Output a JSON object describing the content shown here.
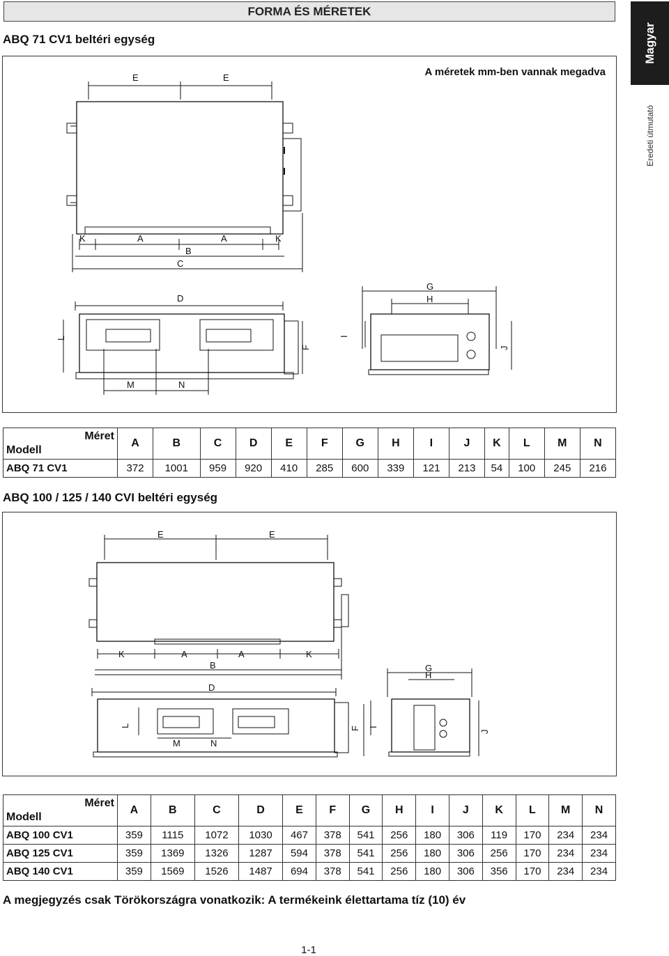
{
  "header": {
    "title": "FORMA ÉS MÉRETEK"
  },
  "side_tab": {
    "language": "Magyar",
    "subtitle": "Eredeti útmutató"
  },
  "section1": {
    "title": "ABQ 71 CV1 beltéri egység",
    "note": "A méretek mm-ben vannak megadva",
    "dim_letters": [
      "A",
      "B",
      "C",
      "D",
      "E",
      "F",
      "G",
      "H",
      "I",
      "J",
      "K",
      "L",
      "M",
      "N"
    ],
    "table": {
      "corner_top": "Méret",
      "corner_bottom": "Modell",
      "columns": [
        "A",
        "B",
        "C",
        "D",
        "E",
        "F",
        "G",
        "H",
        "I",
        "J",
        "K",
        "L",
        "M",
        "N"
      ],
      "rows": [
        {
          "model": "ABQ 71 CV1",
          "values": [
            "372",
            "1001",
            "959",
            "920",
            "410",
            "285",
            "600",
            "339",
            "121",
            "213",
            "54",
            "100",
            "245",
            "216"
          ]
        }
      ]
    }
  },
  "section2": {
    "title": "ABQ 100 / 125 / 140 CVI beltéri egység",
    "table": {
      "corner_top": "Méret",
      "corner_bottom": "Modell",
      "columns": [
        "A",
        "B",
        "C",
        "D",
        "E",
        "F",
        "G",
        "H",
        "I",
        "J",
        "K",
        "L",
        "M",
        "N"
      ],
      "rows": [
        {
          "model": "ABQ 100 CV1",
          "values": [
            "359",
            "1115",
            "1072",
            "1030",
            "467",
            "378",
            "541",
            "256",
            "180",
            "306",
            "119",
            "170",
            "234",
            "234"
          ]
        },
        {
          "model": "ABQ 125 CV1",
          "values": [
            "359",
            "1369",
            "1326",
            "1287",
            "594",
            "378",
            "541",
            "256",
            "180",
            "306",
            "256",
            "170",
            "234",
            "234"
          ]
        },
        {
          "model": "ABQ 140 CV1",
          "values": [
            "359",
            "1569",
            "1526",
            "1487",
            "694",
            "378",
            "541",
            "256",
            "180",
            "306",
            "356",
            "170",
            "234",
            "234"
          ]
        }
      ]
    }
  },
  "footnote": "A megjegyzés csak Törökországra vonatkozik: A termékeink élettartama tíz (10) év",
  "page_number": "1-1"
}
